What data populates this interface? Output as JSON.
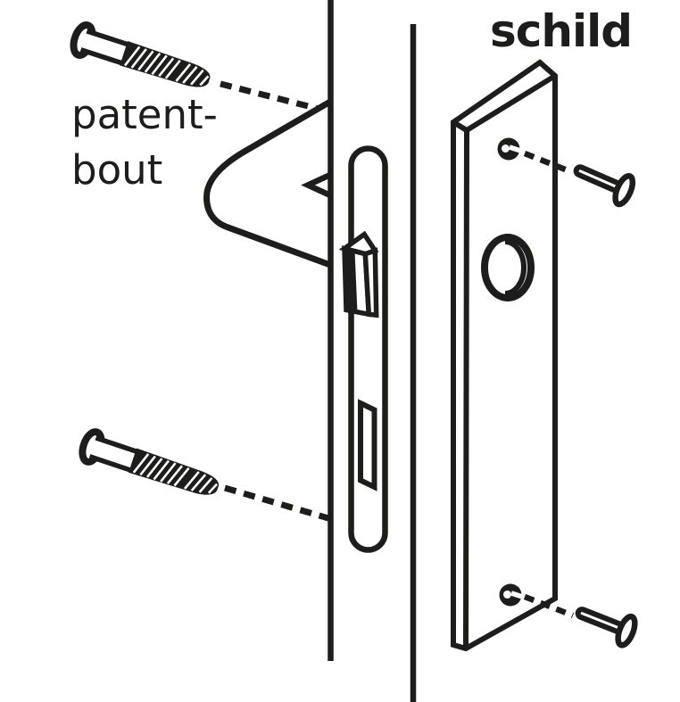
{
  "labels": {
    "patentbout_line1": "patent-",
    "patentbout_line2": "bout",
    "schild": "schild"
  },
  "colors": {
    "ink": "#1d1d1b",
    "background": "#ffffff"
  }
}
